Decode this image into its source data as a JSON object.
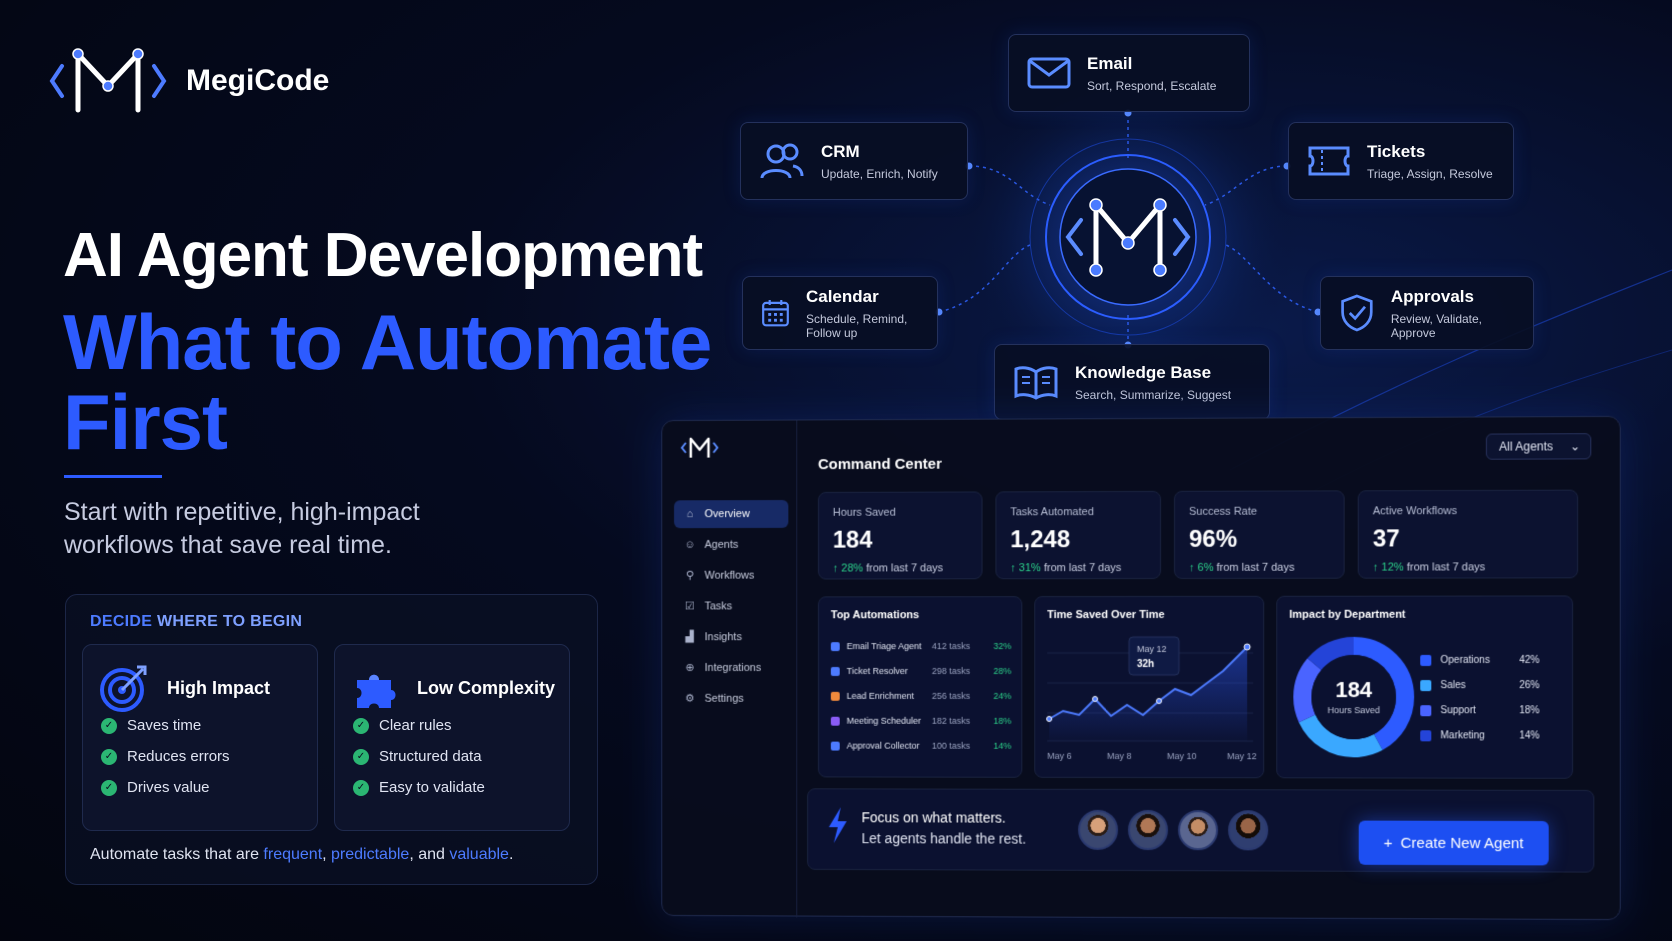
{
  "brand": {
    "name": "MegiCode"
  },
  "hero": {
    "line1": "AI Agent Development",
    "line2": "What to Automate First",
    "subtitle": "Start with repetitive, high-impact workflows that save real time."
  },
  "decide": {
    "title_a": "DECIDE",
    "title_b": "WHERE TO BEGIN",
    "cards": [
      {
        "title": "High Impact",
        "icon": "target-icon",
        "items": [
          "Saves time",
          "Reduces errors",
          "Drives value"
        ]
      },
      {
        "title": "Low Complexity",
        "icon": "puzzle-icon",
        "items": [
          "Clear rules",
          "Structured data",
          "Easy to validate"
        ]
      }
    ],
    "footer_pre": "Automate tasks that are ",
    "footer_w1": "frequent",
    "footer_sep1": ", ",
    "footer_w2": "predictable",
    "footer_sep2": ", and ",
    "footer_w3": "valuable",
    "footer_end": "."
  },
  "nodes": {
    "email": {
      "title": "Email",
      "sub": "Sort, Respond, Escalate",
      "icon": "envelope-icon"
    },
    "crm": {
      "title": "CRM",
      "sub": "Update, Enrich, Notify",
      "icon": "users-icon"
    },
    "tickets": {
      "title": "Tickets",
      "sub": "Triage, Assign, Resolve",
      "icon": "ticket-icon"
    },
    "calendar": {
      "title": "Calendar",
      "sub": "Schedule, Remind, Follow up",
      "icon": "calendar-icon"
    },
    "approvals": {
      "title": "Approvals",
      "sub": "Review, Validate, Approve",
      "icon": "shield-check-icon"
    },
    "kb": {
      "title": "Knowledge Base",
      "sub": "Search, Summarize, Suggest",
      "icon": "book-icon"
    }
  },
  "dashboard": {
    "title": "Command Center",
    "agent_select": "All Agents",
    "sidebar": [
      "Overview",
      "Agents",
      "Workflows",
      "Tasks",
      "Insights",
      "Integrations",
      "Settings"
    ],
    "stats": [
      {
        "label": "Hours Saved",
        "value": "184",
        "delta": "28%",
        "delta_text": "from last 7 days"
      },
      {
        "label": "Tasks Automated",
        "value": "1,248",
        "delta": "31%",
        "delta_text": "from last 7 days"
      },
      {
        "label": "Success Rate",
        "value": "96%",
        "delta": "6%",
        "delta_text": "from last 7 days"
      },
      {
        "label": "Active Workflows",
        "value": "37",
        "delta": "12%",
        "delta_text": "from last 7 days"
      }
    ],
    "top_automations": {
      "title": "Top Automations",
      "rows": [
        {
          "name": "Email Triage Agent",
          "count": "412 tasks",
          "pct": "32%",
          "color": "#4d7bff"
        },
        {
          "name": "Ticket Resolver",
          "count": "298 tasks",
          "pct": "28%",
          "color": "#4d7bff"
        },
        {
          "name": "Lead Enrichment",
          "count": "256 tasks",
          "pct": "24%",
          "color": "#f08a3c"
        },
        {
          "name": "Meeting Scheduler",
          "count": "182 tasks",
          "pct": "18%",
          "color": "#8a5cf6"
        },
        {
          "name": "Approval Collector",
          "count": "100 tasks",
          "pct": "14%",
          "color": "#4d7bff"
        }
      ]
    },
    "time_saved": {
      "title": "Time Saved Over Time",
      "tooltip_date": "May 12",
      "tooltip_value": "32h",
      "x_labels": [
        "May 6",
        "May 8",
        "May 10",
        "May 12"
      ]
    },
    "impact": {
      "title": "Impact by Department",
      "center_value": "184",
      "center_label": "Hours Saved",
      "departments": [
        {
          "name": "Operations",
          "pct": "42%",
          "value": 42,
          "color": "#2d5bff"
        },
        {
          "name": "Sales",
          "pct": "26%",
          "value": 26,
          "color": "#3aa8ff"
        },
        {
          "name": "Support",
          "pct": "18%",
          "value": 18,
          "color": "#4a64ff"
        },
        {
          "name": "Marketing",
          "pct": "14%",
          "value": 14,
          "color": "#2444d8"
        }
      ]
    },
    "focus_line1": "Focus on what matters.",
    "focus_line2": "Let agents handle the rest.",
    "create_button": "Create New Agent"
  },
  "colors": {
    "accent": "#2d5bff",
    "success": "#2bd18a",
    "background": "#050a1f"
  }
}
